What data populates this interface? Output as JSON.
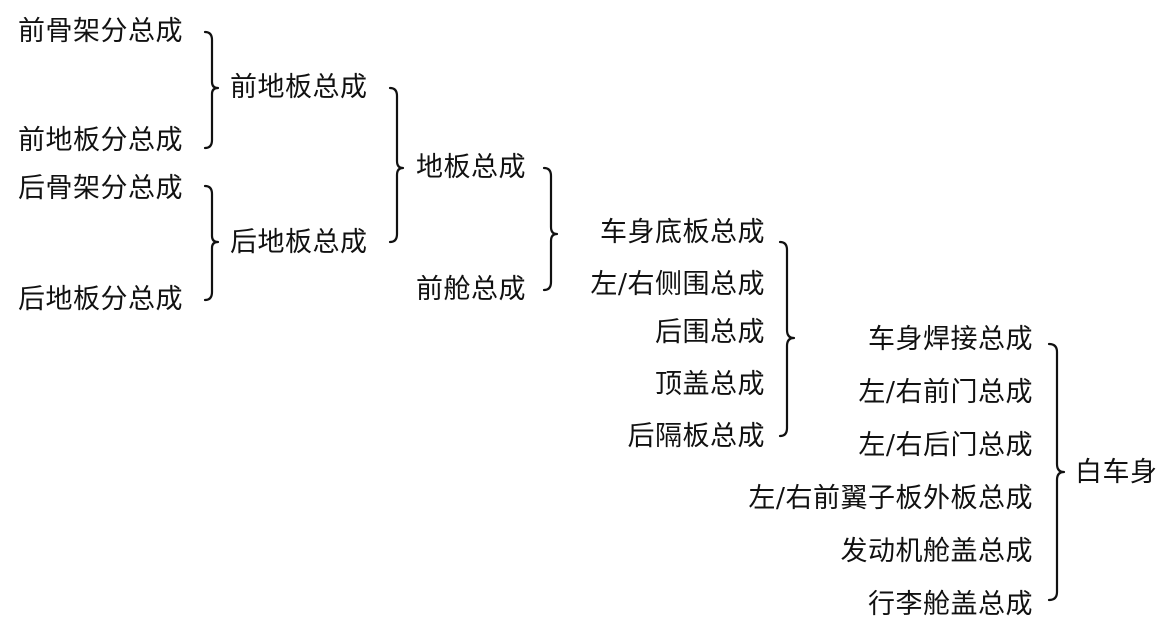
{
  "level1": {
    "front_frame": "前骨架分总成",
    "front_floor_sub": "前地板分总成",
    "rear_frame": "后骨架分总成",
    "rear_floor_sub": "后地板分总成"
  },
  "level2": {
    "front_floor": "前地板总成",
    "rear_floor": "后地板总成"
  },
  "level3": {
    "floor": "地板总成",
    "front_cabin": "前舱总成"
  },
  "level4": {
    "underbody": "车身底板总成",
    "side_panel": "左/右侧围总成",
    "rear_panel": "后围总成",
    "roof": "顶盖总成",
    "rear_partition": "后隔板总成"
  },
  "level5": {
    "welding": "车身焊接总成",
    "front_door": "左/右前门总成",
    "rear_door": "左/右后门总成",
    "fender": "左/右前翼子板外板总成",
    "hood": "发动机舱盖总成",
    "trunk_lid": "行李舱盖总成"
  },
  "result": {
    "body_in_white": "白车身"
  }
}
